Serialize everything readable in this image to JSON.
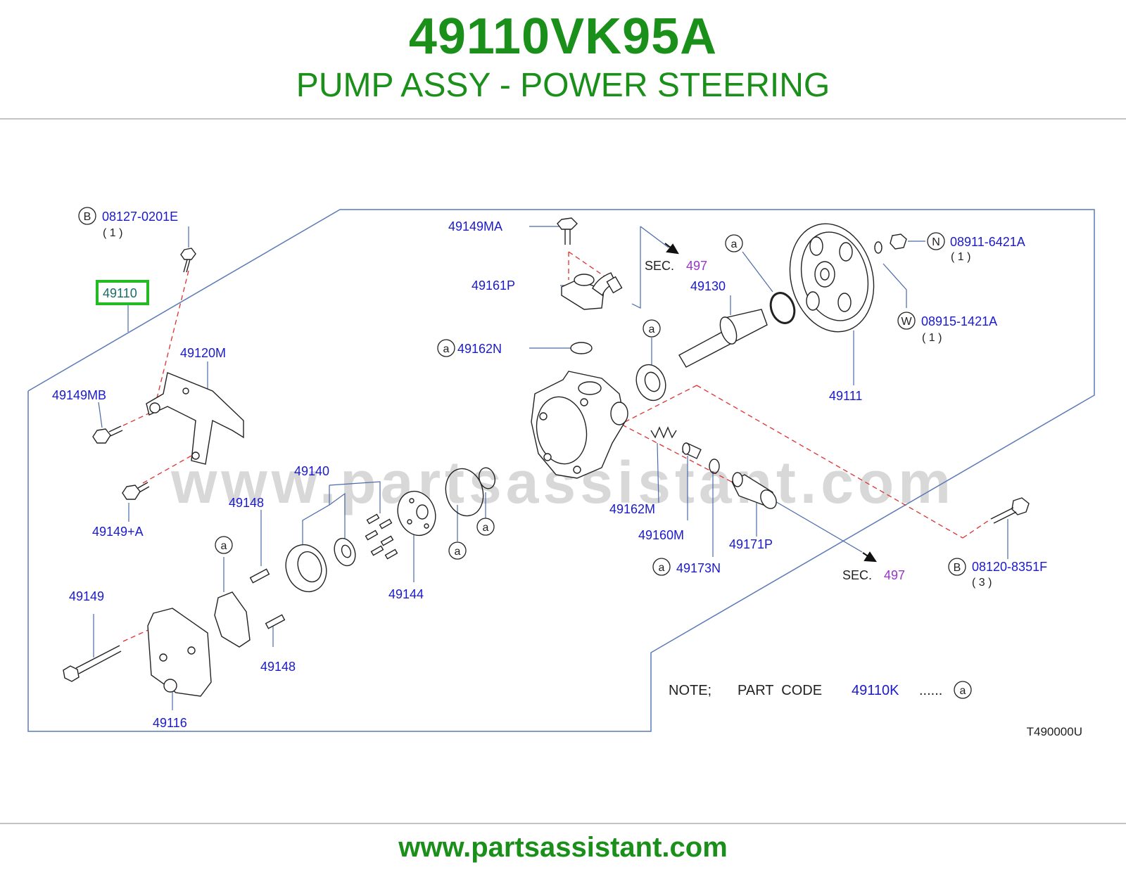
{
  "header": {
    "part_number": "49110VK95A",
    "part_name": "PUMP ASSY - POWER STEERING"
  },
  "footer": {
    "url": "www.partsassistant.com"
  },
  "colors": {
    "brand_green": "#1a8f1a",
    "label_blue": "#1a1acc",
    "sec_purple": "#9933cc",
    "dash_red": "#e03030",
    "highlight_green": "#22bb22"
  },
  "watermark": "www.partsassistant.com",
  "diagram": {
    "code": "T490000U",
    "highlighted_part": "49110",
    "parts": [
      {
        "label": "08127-0201E",
        "circle": "B",
        "qty": "( 1 )"
      },
      {
        "label": "49110"
      },
      {
        "label": "49120M"
      },
      {
        "label": "49149MB"
      },
      {
        "label": "49149+A"
      },
      {
        "label": "49148"
      },
      {
        "label": "49148"
      },
      {
        "label": "49140"
      },
      {
        "label": "49144"
      },
      {
        "label": "49149"
      },
      {
        "label": "49116"
      },
      {
        "label": "49149MA"
      },
      {
        "label": "49161P"
      },
      {
        "label": "49162N",
        "circle": "a"
      },
      {
        "label": "49130"
      },
      {
        "label": "49111"
      },
      {
        "label": "08911-6421A",
        "circle": "N",
        "qty": "( 1 )"
      },
      {
        "label": "08915-1421A",
        "circle": "W",
        "qty": "( 1 )"
      },
      {
        "label": "49162M"
      },
      {
        "label": "49160M"
      },
      {
        "label": "49173N",
        "circle": "a"
      },
      {
        "label": "49171P"
      },
      {
        "label": "08120-8351F",
        "circle": "B",
        "qty": "( 3 )"
      }
    ],
    "sec_refs": [
      {
        "prefix": "SEC.",
        "number": "497"
      },
      {
        "prefix": "SEC.",
        "number": "497"
      }
    ],
    "callout_letter": "a",
    "note": {
      "prefix": "NOTE;",
      "label": "PART  CODE",
      "code": "49110K",
      "dots": "......",
      "circle": "a"
    }
  }
}
